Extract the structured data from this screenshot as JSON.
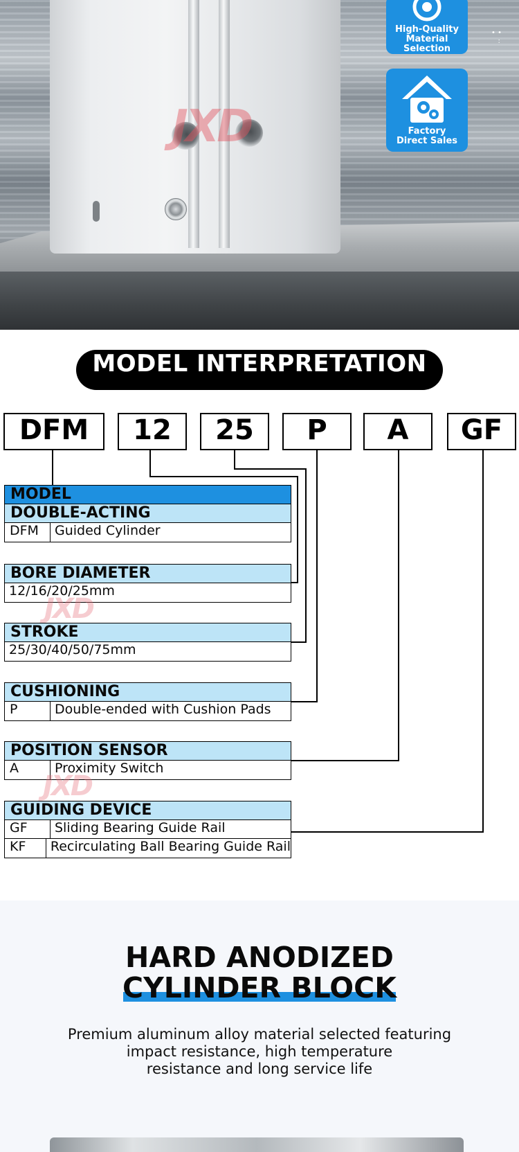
{
  "hero": {
    "watermark": "JXD",
    "badges": [
      {
        "line1": "High-Quality",
        "line2": "Material Selection",
        "icon": "leaf-circle-icon"
      },
      {
        "line1": "Factory",
        "line2": "Direct Sales",
        "icon": "house-gears-icon"
      }
    ]
  },
  "model_section": {
    "title": "MODEL INTERPRETATION",
    "codes": [
      "DFM",
      "12",
      "25",
      "P",
      "A",
      "GF"
    ],
    "watermark": "JXD",
    "specs": {
      "model": {
        "header": "MODEL",
        "subheader": "DOUBLE-ACTING",
        "rows": [
          {
            "code": "DFM",
            "desc": "Guided Cylinder"
          }
        ]
      },
      "bore": {
        "header": "BORE DIAMETER",
        "value": "12/16/20/25mm"
      },
      "stroke": {
        "header": "STROKE",
        "value": "25/30/40/50/75mm"
      },
      "cushioning": {
        "header": "CUSHIONING",
        "rows": [
          {
            "code": "P",
            "desc": "Double-ended with Cushion Pads"
          }
        ]
      },
      "sensor": {
        "header": "POSITION SENSOR",
        "rows": [
          {
            "code": "A",
            "desc": "Proximity Switch"
          }
        ]
      },
      "guiding": {
        "header": "GUIDING DEVICE",
        "rows": [
          {
            "code": "GF",
            "desc": "Sliding Bearing Guide Rail"
          },
          {
            "code": "KF",
            "desc": "Recirculating Ball Bearing Guide Rail"
          }
        ]
      }
    }
  },
  "feature": {
    "heading_line1": "HARD ANODIZED",
    "heading_line2": "CYLINDER BLOCK",
    "para_line1": "Premium aluminum alloy material selected featuring",
    "para_line2": "impact resistance, high temperature",
    "para_line3": "resistance and long service life"
  },
  "colors": {
    "accent_blue": "#1e90e0",
    "light_blue": "#bde4f7",
    "pill_bg": "#000000"
  }
}
